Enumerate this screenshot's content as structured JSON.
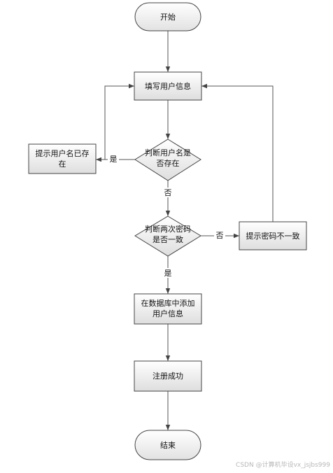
{
  "nodes": {
    "start": "开始",
    "fill_info": "填写用户信息",
    "check_name_l1": "判断用户名是",
    "check_name_l2": "否存在",
    "name_exists_l1": "提示用户名已存",
    "name_exists_l2": "在",
    "check_pwd_l1": "判断两次密码",
    "check_pwd_l2": "是否一致",
    "pwd_mismatch": "提示密码不一致",
    "add_db_l1": "在数据库中添加",
    "add_db_l2": "用户信息",
    "register_ok": "注册成功",
    "end": "结束"
  },
  "edges": {
    "yes_1": "是",
    "no_1": "否",
    "no_2": "否",
    "yes_2": "是"
  },
  "watermark": "CSDN @计算机毕设vx_jsjbs999"
}
